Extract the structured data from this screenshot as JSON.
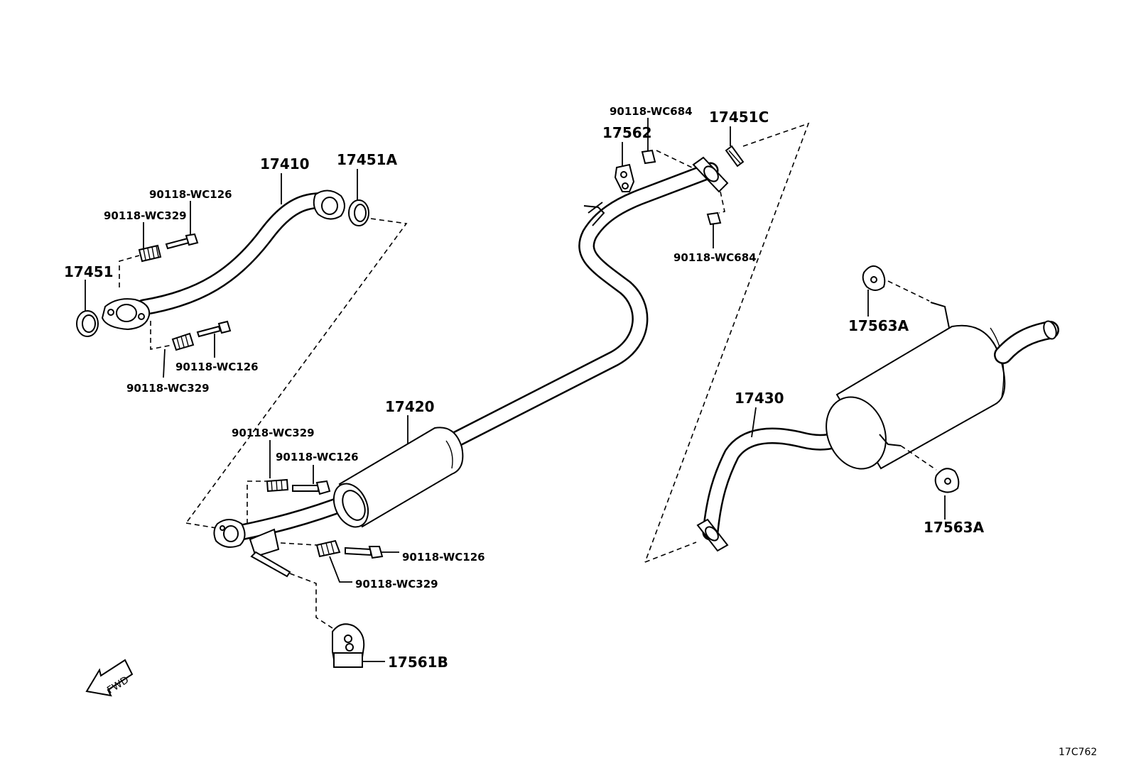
{
  "diagram": {
    "figure_code": "17C762",
    "fwd_label": "FWD",
    "labels": {
      "front_pipe": "17410",
      "front_gasket": "17451",
      "front_pipe_gasket_rear": "17451A",
      "center_pipe": "17420",
      "tail_pipe": "17430",
      "center_rear_gasket": "17451C",
      "center_hanger": "17562",
      "front_hanger": "17561B",
      "tail_hanger_upper": "17563A",
      "tail_hanger_lower": "17563A",
      "bolt_front_upper": "90118-WC126",
      "spring_front_upper": "90118-WC329",
      "bolt_front_lower": "90118-WC126",
      "spring_front_lower": "90118-WC329",
      "spring_center_upper": "90118-WC329",
      "bolt_center_upper": "90118-WC126",
      "bolt_center_lower": "90118-WC126",
      "spring_center_lower": "90118-WC329",
      "nut_center_upper": "90118-WC684",
      "nut_center_lower": "90118-WC684"
    }
  }
}
